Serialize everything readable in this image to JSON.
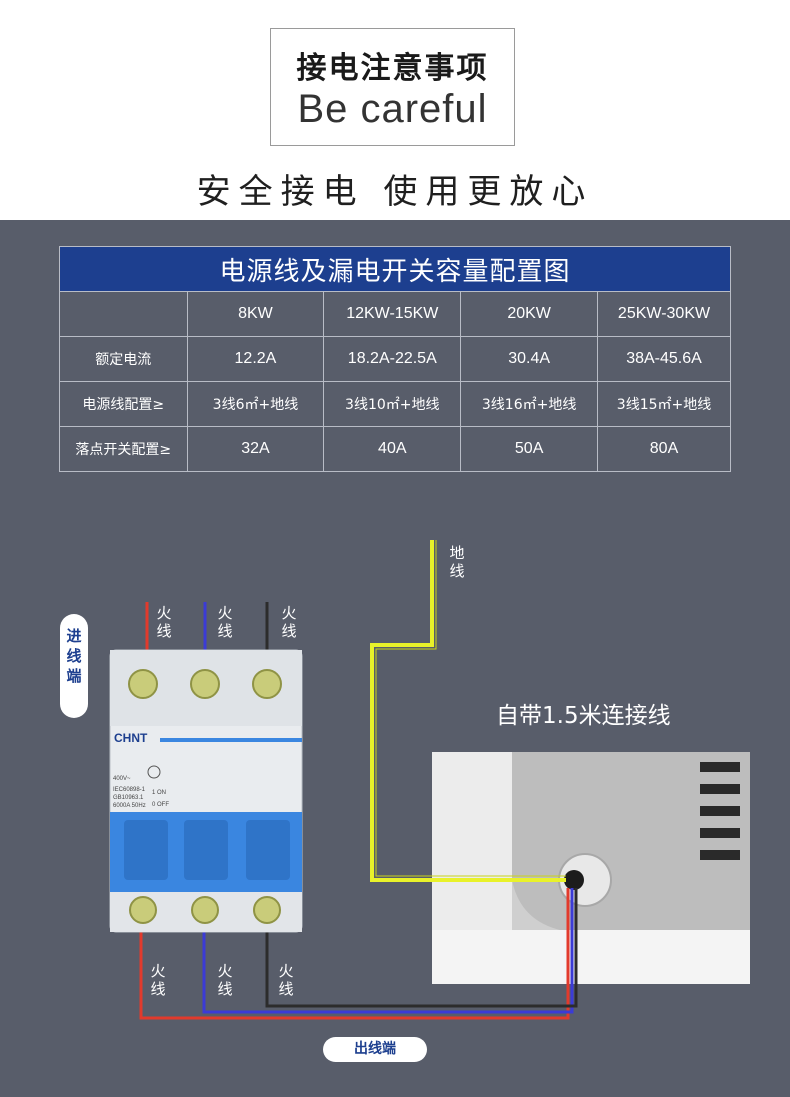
{
  "header": {
    "title_cn": "接电注意事项",
    "title_en": "Be careful",
    "slogan": "安全接电  使用更放心"
  },
  "table": {
    "title": "电源线及漏电开关容量配置图",
    "columns": [
      "",
      "8KW",
      "12KW-15KW",
      "20KW",
      "25KW-30KW"
    ],
    "rows": [
      {
        "label": "额定电流",
        "values": [
          "12.2A",
          "18.2A-22.5A",
          "30.4A",
          "38A-45.6A"
        ]
      },
      {
        "label": "电源线配置≥",
        "values": [
          "3线6㎡+地线",
          "3线10㎡+地线",
          "3线16㎡+地线",
          "3线15㎡+地线"
        ]
      },
      {
        "label": "落点开关配置≥",
        "values": [
          "32A",
          "40A",
          "50A",
          "80A"
        ]
      }
    ]
  },
  "diagram": {
    "ground_label": "地线",
    "live_label": "火线",
    "input_label": "进线端",
    "output_label": "出线端",
    "cable_note": "自带1.5米连接线",
    "breaker_brand": "CHNT",
    "breaker_specs": [
      "400V~",
      "IEC60898-1",
      "GB10963.1",
      "6000A  50Hz"
    ],
    "breaker_on": "1 ON",
    "breaker_off": "0 OFF",
    "colors": {
      "red_wire": "#e23a2c",
      "blue_wire": "#3b3bd6",
      "black_wire": "#2c2c2c",
      "ground_wire": "#e9f22a",
      "brand_blue": "#1d3f8f",
      "breaker_blue": "#3a86e0"
    }
  }
}
